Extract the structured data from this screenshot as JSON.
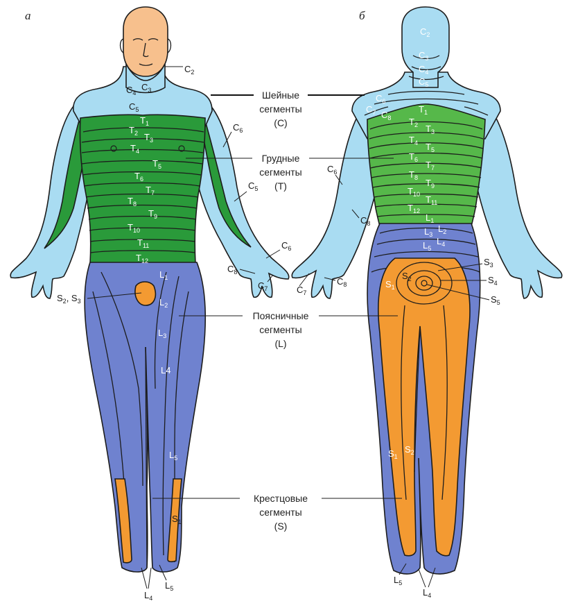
{
  "panels": {
    "front": "а",
    "back": "б"
  },
  "colors": {
    "cervical": "#a9dcf2",
    "thoracic": "#2a9a3a",
    "thoracic_back": "#56b84a",
    "lumbar": "#6f82cf",
    "sacral": "#f39a32",
    "head": "#f7c08d",
    "outline": "#1c1c1c"
  },
  "captions": {
    "cervical": {
      "line1": "Шейные",
      "line2": "сегменты",
      "line3": "(C)"
    },
    "thoracic": {
      "line1": "Грудные",
      "line2": "сегменты",
      "line3": "(T)"
    },
    "lumbar": {
      "line1": "Поясничные",
      "line2": "сегменты",
      "line3": "(L)"
    },
    "sacral": {
      "line1": "Крестцовые",
      "line2": "сегменты",
      "line3": "(S)"
    }
  },
  "front_labels": {
    "c2": {
      "b": "C",
      "s": "2"
    },
    "c3": {
      "b": "C",
      "s": "3"
    },
    "c4": {
      "b": "C",
      "s": "4"
    },
    "c5": {
      "b": "C",
      "s": "5"
    },
    "c5r": {
      "b": "C",
      "s": "5"
    },
    "c6": {
      "b": "C",
      "s": "6"
    },
    "c6h": {
      "b": "C",
      "s": "6"
    },
    "c7": {
      "b": "C",
      "s": "7"
    },
    "c8": {
      "b": "C",
      "s": "8"
    },
    "t1": {
      "b": "T",
      "s": "1"
    },
    "t2": {
      "b": "T",
      "s": "2"
    },
    "t3": {
      "b": "T",
      "s": "3"
    },
    "t4": {
      "b": "T",
      "s": "4"
    },
    "t5": {
      "b": "T",
      "s": "5"
    },
    "t6": {
      "b": "T",
      "s": "6"
    },
    "t7": {
      "b": "T",
      "s": "7"
    },
    "t8": {
      "b": "T",
      "s": "8"
    },
    "t9": {
      "b": "T",
      "s": "9"
    },
    "t10": {
      "b": "T",
      "s": "10"
    },
    "t11": {
      "b": "T",
      "s": "11"
    },
    "t12": {
      "b": "T",
      "s": "12"
    },
    "l1": {
      "b": "L",
      "s": "1"
    },
    "l2": {
      "b": "L",
      "s": "2"
    },
    "l3": {
      "b": "L",
      "s": "3"
    },
    "l4": "L4",
    "l5": {
      "b": "L",
      "s": "5"
    },
    "l5b": {
      "b": "L",
      "s": "5"
    },
    "l4b": {
      "b": "L",
      "s": "4"
    },
    "s1": {
      "b": "S",
      "s": "1"
    },
    "s23": {
      "a": "S",
      "as": "2",
      "sep": ", S",
      "bs": "3"
    }
  },
  "back_labels": {
    "c2": {
      "b": "C",
      "s": "2"
    },
    "c3": {
      "b": "C",
      "s": "3"
    },
    "c4": {
      "b": "C",
      "s": "4"
    },
    "c5": {
      "b": "C",
      "s": "5"
    },
    "c6": {
      "b": "C",
      "s": "6"
    },
    "c7": {
      "b": "C",
      "s": "7"
    },
    "c8": {
      "b": "C",
      "s": "8"
    },
    "c6a": {
      "b": "C",
      "s": "6"
    },
    "c8a": {
      "b": "C",
      "s": "8"
    },
    "t1": {
      "b": "T",
      "s": "1"
    },
    "t2": {
      "b": "T",
      "s": "2"
    },
    "t3": {
      "b": "T",
      "s": "3"
    },
    "t4": {
      "b": "T",
      "s": "4"
    },
    "t5": {
      "b": "T",
      "s": "5"
    },
    "t6": {
      "b": "T",
      "s": "6"
    },
    "t7": {
      "b": "T",
      "s": "7"
    },
    "t8": {
      "b": "T",
      "s": "8"
    },
    "t9": {
      "b": "T",
      "s": "9"
    },
    "t10": {
      "b": "T",
      "s": "10"
    },
    "t11": {
      "b": "T",
      "s": "11"
    },
    "t12": {
      "b": "T",
      "s": "12"
    },
    "l1": {
      "b": "L",
      "s": "1"
    },
    "l2": {
      "b": "L",
      "s": "2"
    },
    "l3": {
      "b": "L",
      "s": "3"
    },
    "l4": {
      "b": "L",
      "s": "4"
    },
    "l5": {
      "b": "L",
      "s": "5"
    },
    "s1": {
      "b": "S",
      "s": "1"
    },
    "s2": {
      "b": "S",
      "s": "2"
    },
    "s3": {
      "b": "S",
      "s": "3"
    },
    "s4": {
      "b": "S",
      "s": "4"
    },
    "s5": {
      "b": "S",
      "s": "5"
    },
    "s1l": {
      "b": "S",
      "s": "1"
    },
    "s2l": {
      "b": "S",
      "s": "2"
    },
    "l5f": {
      "b": "L",
      "s": "5"
    },
    "l4f": {
      "b": "L",
      "s": "4"
    }
  }
}
